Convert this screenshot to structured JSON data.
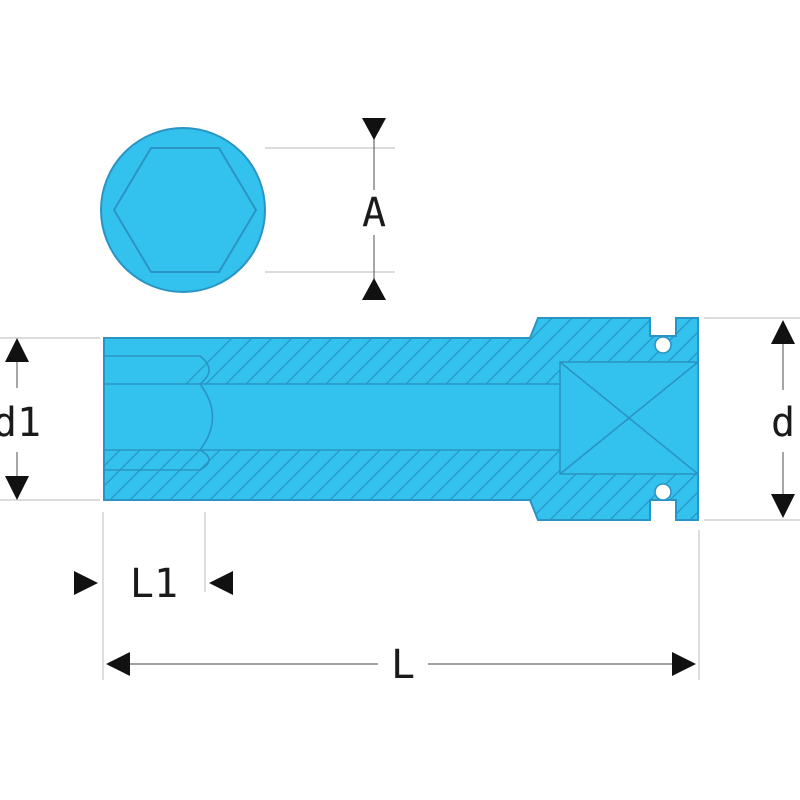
{
  "labels": {
    "A": "A",
    "d1": "d1",
    "d": "d",
    "L1": "L1",
    "L": "L"
  },
  "colors": {
    "part_fill": "#33c2ee",
    "part_outline": "#2a94c4",
    "dimension_arrows": "#111111",
    "extension_lines": "#c8c8c8"
  }
}
